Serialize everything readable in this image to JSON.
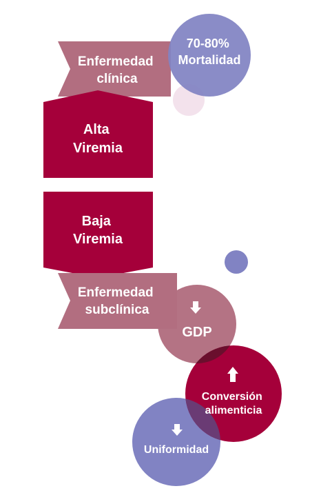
{
  "colors": {
    "crimson": "#a5003a",
    "mauve": "#b26e80",
    "violet": "#8183c3",
    "pale_pink": "#f3e2ec",
    "overlap_dark": "#6a0f2d",
    "overlap_violet": "#6a3b74",
    "arrow": "#ffffff"
  },
  "nodes": {
    "clinical_disease": {
      "line1": "Enfermedad",
      "line2": "clínica"
    },
    "mortality": {
      "line1": "70-80%",
      "line2": "Mortalidad"
    },
    "high_viremia": {
      "line1": "Alta",
      "line2": "Viremia"
    },
    "low_viremia": {
      "line1": "Baja",
      "line2": "Viremia"
    },
    "subclinical_disease": {
      "line1": "Enfermedad",
      "line2": "subclínica"
    },
    "gdp": {
      "label": "GDP",
      "trend": "down",
      "icon": "arrow-down-icon"
    },
    "feed_conversion": {
      "line1": "Conversión",
      "line2": "alimenticia",
      "trend": "up",
      "icon": "arrow-up-icon"
    },
    "uniformity": {
      "label": "Uniformidad",
      "trend": "down",
      "icon": "arrow-down-icon"
    }
  }
}
